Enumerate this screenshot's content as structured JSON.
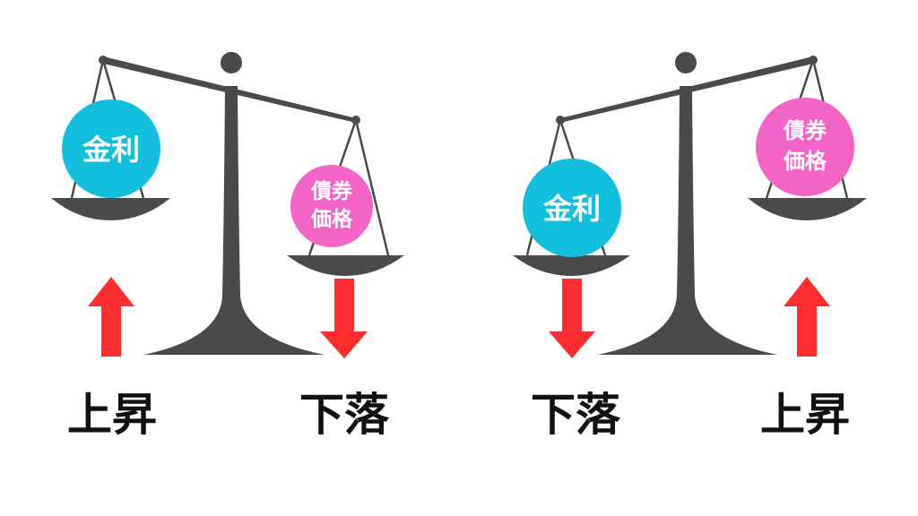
{
  "colors": {
    "scale": "#4a4a4a",
    "interest_ball": "#12c0de",
    "bond_ball": "#f464c8",
    "arrow": "#ff2d2d",
    "label": "#111111",
    "ball_text": "#ffffff",
    "background": "#ffffff"
  },
  "left_scale": {
    "interest_ball": {
      "label": "金利"
    },
    "bond_ball": {
      "line1": "債券",
      "line2": "価格"
    },
    "interest_arrow": {
      "direction": "up",
      "icon": "arrow-up-icon"
    },
    "bond_arrow": {
      "direction": "down",
      "icon": "arrow-down-icon"
    },
    "interest_label": "上昇",
    "bond_label": "下落"
  },
  "right_scale": {
    "interest_ball": {
      "label": "金利"
    },
    "bond_ball": {
      "line1": "債券",
      "line2": "価格"
    },
    "interest_arrow": {
      "direction": "down",
      "icon": "arrow-down-icon"
    },
    "bond_arrow": {
      "direction": "up",
      "icon": "arrow-up-icon"
    },
    "interest_label": "下落",
    "bond_label": "上昇"
  }
}
